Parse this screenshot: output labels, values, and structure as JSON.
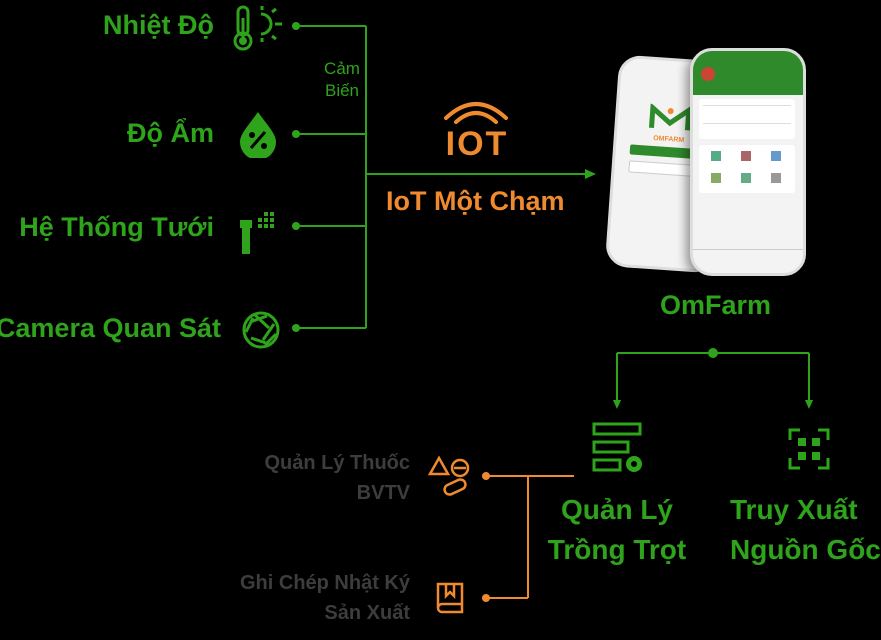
{
  "sensors": [
    {
      "label": "Nhiệt Độ",
      "icon": "thermometer-icon"
    },
    {
      "label": "Độ Ẩm",
      "icon": "humidity-icon"
    },
    {
      "label": "Hệ Thống Tưới",
      "icon": "sprinkler-icon"
    },
    {
      "label": "Camera Quan Sát",
      "icon": "camera-aperture-icon"
    }
  ],
  "sensor_group_label": "Cảm Biến",
  "iot": {
    "logo_text": "IOT",
    "label": "IoT Một Chạm"
  },
  "app": {
    "name": "OmFarm",
    "logo_text": "OMFARM"
  },
  "branches": {
    "crop": "Quản Lý Trồng Trọt",
    "trace": "Truy Xuất Nguồn Gốc"
  },
  "crop_items": [
    {
      "label": "Quản Lý Thuốc BVTV",
      "icon": "pesticide-icon"
    },
    {
      "label": "Ghi Chép Nhật Ký Sản Xuất",
      "icon": "logbook-icon"
    }
  ],
  "colors": {
    "green": "#2ea31b",
    "orange": "#ef8a2e",
    "gray": "#3d3d3d",
    "background": "#000000"
  }
}
